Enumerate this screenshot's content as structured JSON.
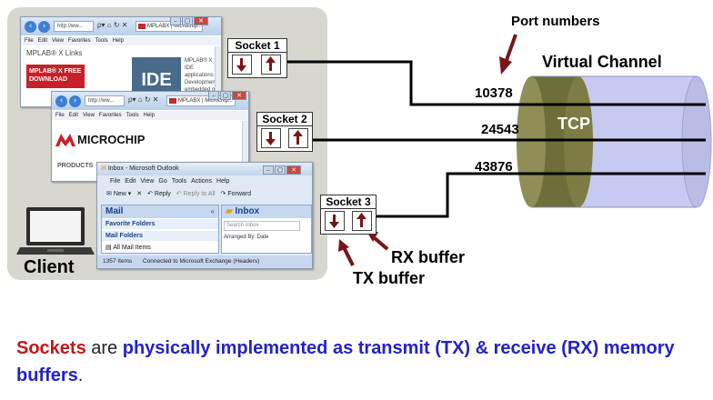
{
  "labels": {
    "port_numbers": "Port numbers",
    "virtual_channel": "Virtual Channel",
    "tcp": "TCP",
    "client": "Client",
    "rx_buffer": "RX buffer",
    "tx_buffer": "TX buffer"
  },
  "ports": [
    "10378",
    "24543",
    "43876"
  ],
  "sockets": [
    "Socket 1",
    "Socket 2",
    "Socket 3"
  ],
  "caption": {
    "part1": "Sockets",
    "part2": " are ",
    "part3": "physically implemented as transmit (TX) & receive (RX) memory buffers",
    "part4": "."
  },
  "browser1": {
    "address": "http://ww...",
    "tab": "MPLABX | Microchip...",
    "menu": [
      "File",
      "Edit",
      "View",
      "Favorites",
      "Tools",
      "Help"
    ],
    "heading": "MPLAB® X Links",
    "promo": "MPLAB® X FREE DOWNLOAD",
    "ide": "IDE",
    "desc": "MPLAB® X IDE applications f Development embedded m"
  },
  "browser2": {
    "address": "http://ww...",
    "tab": "MPLABX | Microchip...",
    "menu": [
      "File",
      "Edit",
      "View",
      "Favorites",
      "Tools",
      "Help"
    ],
    "brand": "MICROCHIP",
    "products": "PRODUCTS"
  },
  "outlook": {
    "title": "Inbox - Microsoft Outlook",
    "menu": [
      "File",
      "Edit",
      "View",
      "Go",
      "Tools",
      "Actions",
      "Help"
    ],
    "toolbar": [
      "New",
      "Reply",
      "Reply to All",
      "Forward"
    ],
    "mail": "Mail",
    "favorite_folders": "Favorite Folders",
    "mail_folders": "Mail Folders",
    "all_mail_items": "All Mail Items",
    "inbox": "Inbox",
    "search_placeholder": "Search Inbox",
    "arranged_by": "Arranged By: Date",
    "item_count": "1357 Items",
    "status": "Connected to Microsoft Exchange (Headers)"
  },
  "colors": {
    "tcp_band": "#6e6e3a",
    "channel": "#c6caf0",
    "arrow": "#7a1414",
    "caption_red": "#c0181a",
    "caption_blue": "#2222c8"
  }
}
